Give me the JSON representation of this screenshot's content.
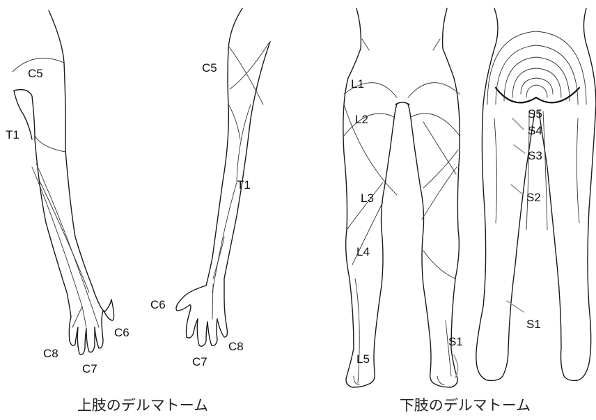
{
  "upper_limb": {
    "caption": "上肢のデルマトーム",
    "labels": {
      "front_c5": "C5",
      "front_t1": "T1",
      "front_c6": "C6",
      "front_c8": "C8",
      "front_c7": "C7",
      "back_c5": "C5",
      "back_t1": "T1",
      "back_c6": "C6",
      "back_c7": "C7",
      "back_c8": "C8"
    }
  },
  "lower_limb": {
    "caption": "下肢のデルマトーム",
    "labels": {
      "l1": "L1",
      "l2": "L2",
      "l3": "L3",
      "l4": "L4",
      "l5": "L5",
      "front_s1": "S1",
      "s5": "S5",
      "s4": "S4",
      "s3": "S3",
      "s2": "S2",
      "back_s1": "S1"
    }
  }
}
